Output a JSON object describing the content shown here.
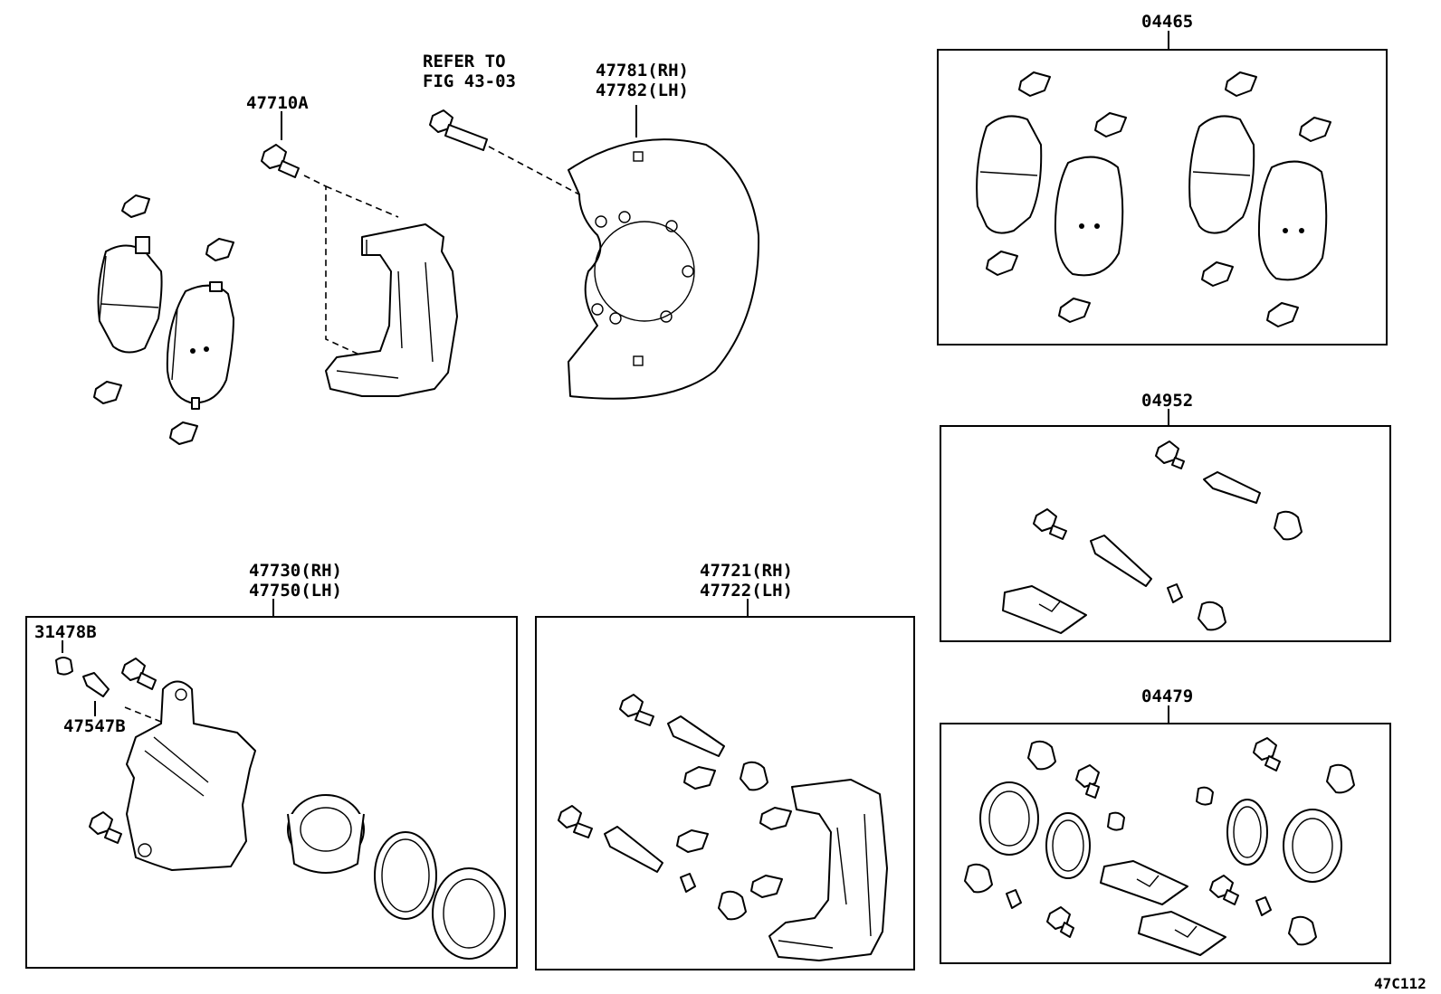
{
  "labels": {
    "p47710A": "47710A",
    "refer1": "REFER TO",
    "refer2": "FIG 43-03",
    "shield_rh": "47781(RH)",
    "shield_lh": "47782(LH)",
    "kit04465": "04465",
    "kit04952": "04952",
    "kit04479": "04479",
    "cyl_rh": "47730(RH)",
    "cyl_lh": "47750(LH)",
    "p31478B": "31478B",
    "p47547B": "47547B",
    "mount_rh": "47721(RH)",
    "mount_lh": "47722(LH)",
    "code": "47C112"
  }
}
